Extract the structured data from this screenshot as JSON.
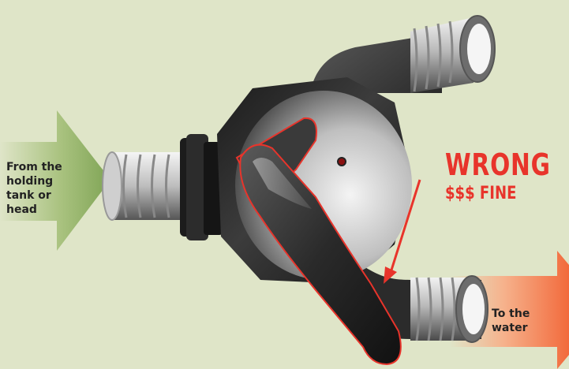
{
  "labels": {
    "inlet": "From the holding tank or head",
    "outlet": "To the water",
    "warning_title": "WRONG",
    "warning_subtitle": "$$$ FINE"
  },
  "colors": {
    "background": "#dfe5c8",
    "inlet_arrow": "#8fb062",
    "outlet_arrow": "#f4885e",
    "warning": "#e8342b",
    "valve_body": "#3a3a3a"
  },
  "icons": {
    "inlet_arrow": "arrow-right",
    "outlet_arrow": "arrow-right",
    "valve": "y-valve"
  }
}
